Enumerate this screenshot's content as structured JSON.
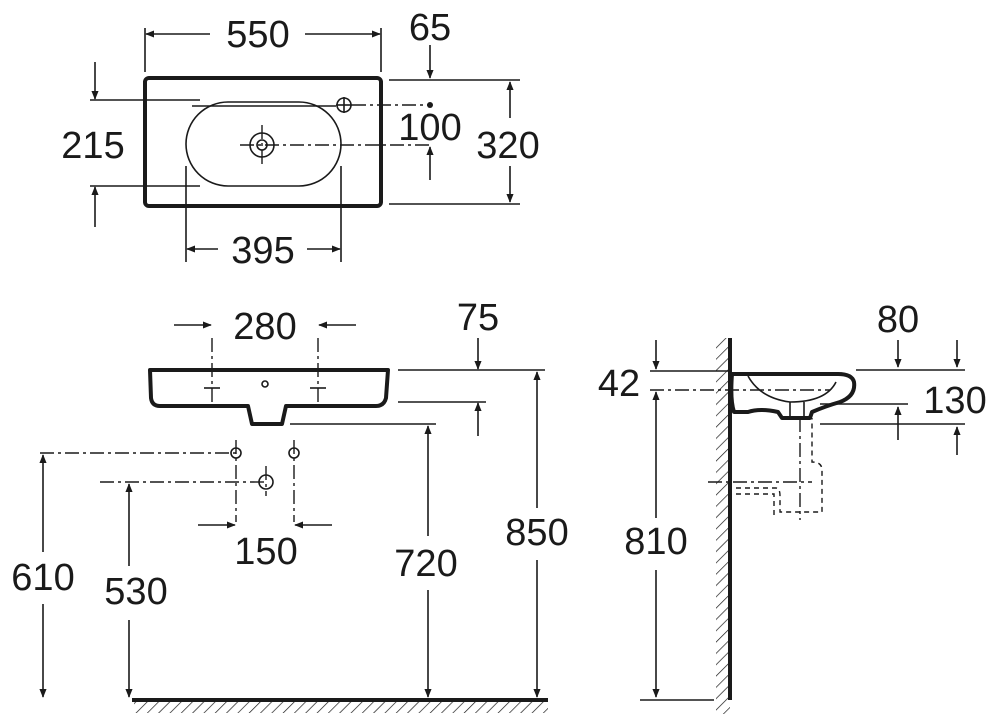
{
  "top_view": {
    "width": "550",
    "tap_offset_right": "65",
    "depth_inner": "215",
    "tap_offset_back": "100",
    "depth_total": "320",
    "bowl_width": "395"
  },
  "front_view": {
    "hole_spacing": "280",
    "rim_thickness": "75",
    "supply_spacing": "150",
    "supply_height": "610",
    "waste_height": "530",
    "bowl_bottom_height": "720",
    "rim_height": "850"
  },
  "side_view": {
    "back_offset": "42",
    "front_overhang": "80",
    "bowl_depth": "130",
    "mount_height": "810"
  }
}
